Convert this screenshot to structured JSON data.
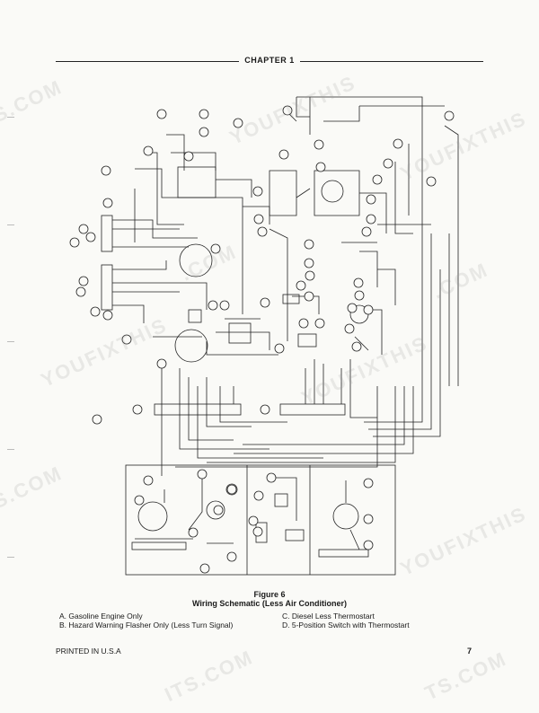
{
  "header": {
    "chapter": "CHAPTER 1"
  },
  "figure": {
    "number": "Figure 6",
    "caption": "Wiring Schematic (Less Air Conditioner)",
    "notes": [
      "A.  Gasoline Engine Only",
      "B.  Hazard Warning Flasher Only (Less Turn Signal)",
      "C.  Diesel Less Thermostart",
      "D.  5-Position Switch with Thermostart"
    ]
  },
  "footer": {
    "printed": "PRINTED IN U.S.A",
    "page": "7"
  },
  "watermark": "YOUFIXTHIS.COM"
}
